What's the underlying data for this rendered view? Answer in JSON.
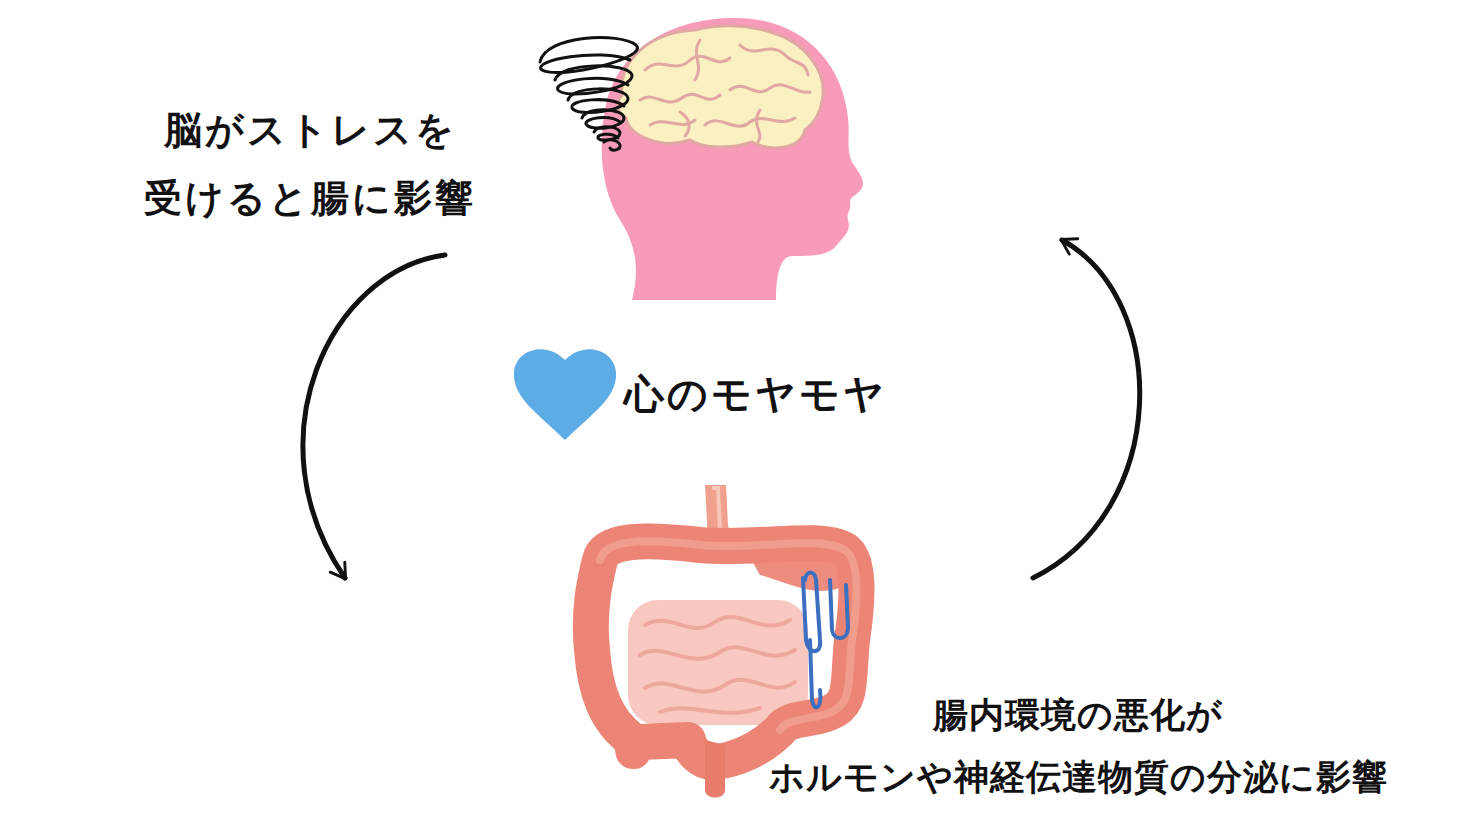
{
  "diagram": {
    "labels": [
      "脳がストレスを 受けると腸に影響",
      "心のモヤモヤ",
      "腸内環境の悪化が ホルモンや神経伝達物質の分泌に影響"
    ]
  }
}
